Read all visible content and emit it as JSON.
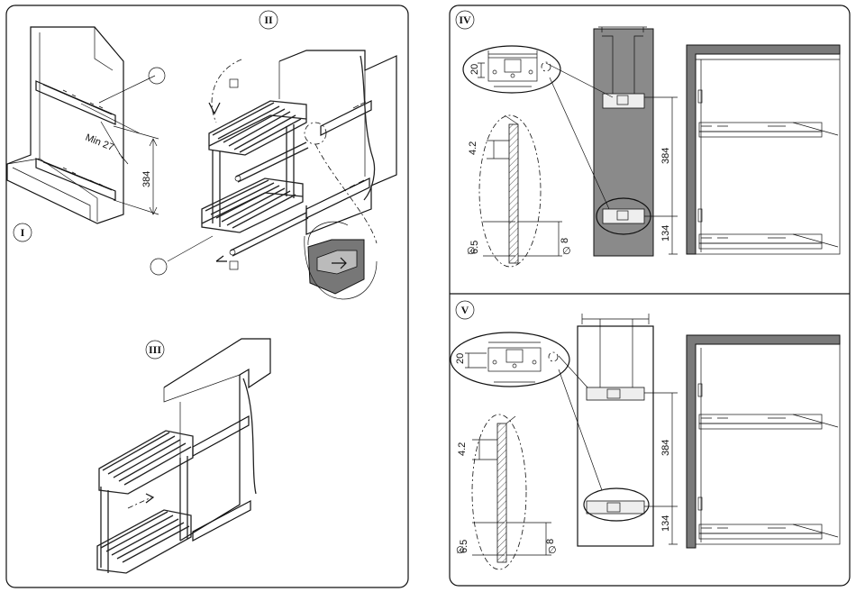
{
  "steps": {
    "i": "I",
    "ii": "II",
    "iii": "III",
    "iv": "IV",
    "v": "V"
  },
  "step1": {
    "min_label": "Min 27",
    "height_384": "384"
  },
  "step4": {
    "dim_20": "20",
    "dim_4_2": "4.2",
    "dim_6_5": "6.5",
    "dim_8": "8",
    "dim_384": "384",
    "dim_134": "134"
  },
  "step5": {
    "dim_20": "20",
    "dim_4_2": "4.2",
    "dim_6_5": "6.5",
    "dim_8": "8",
    "dim_384": "384",
    "dim_134": "134"
  },
  "colors": {
    "panel_gray": "#8a8a8a",
    "cabinet_gray": "#7a7a7a"
  }
}
